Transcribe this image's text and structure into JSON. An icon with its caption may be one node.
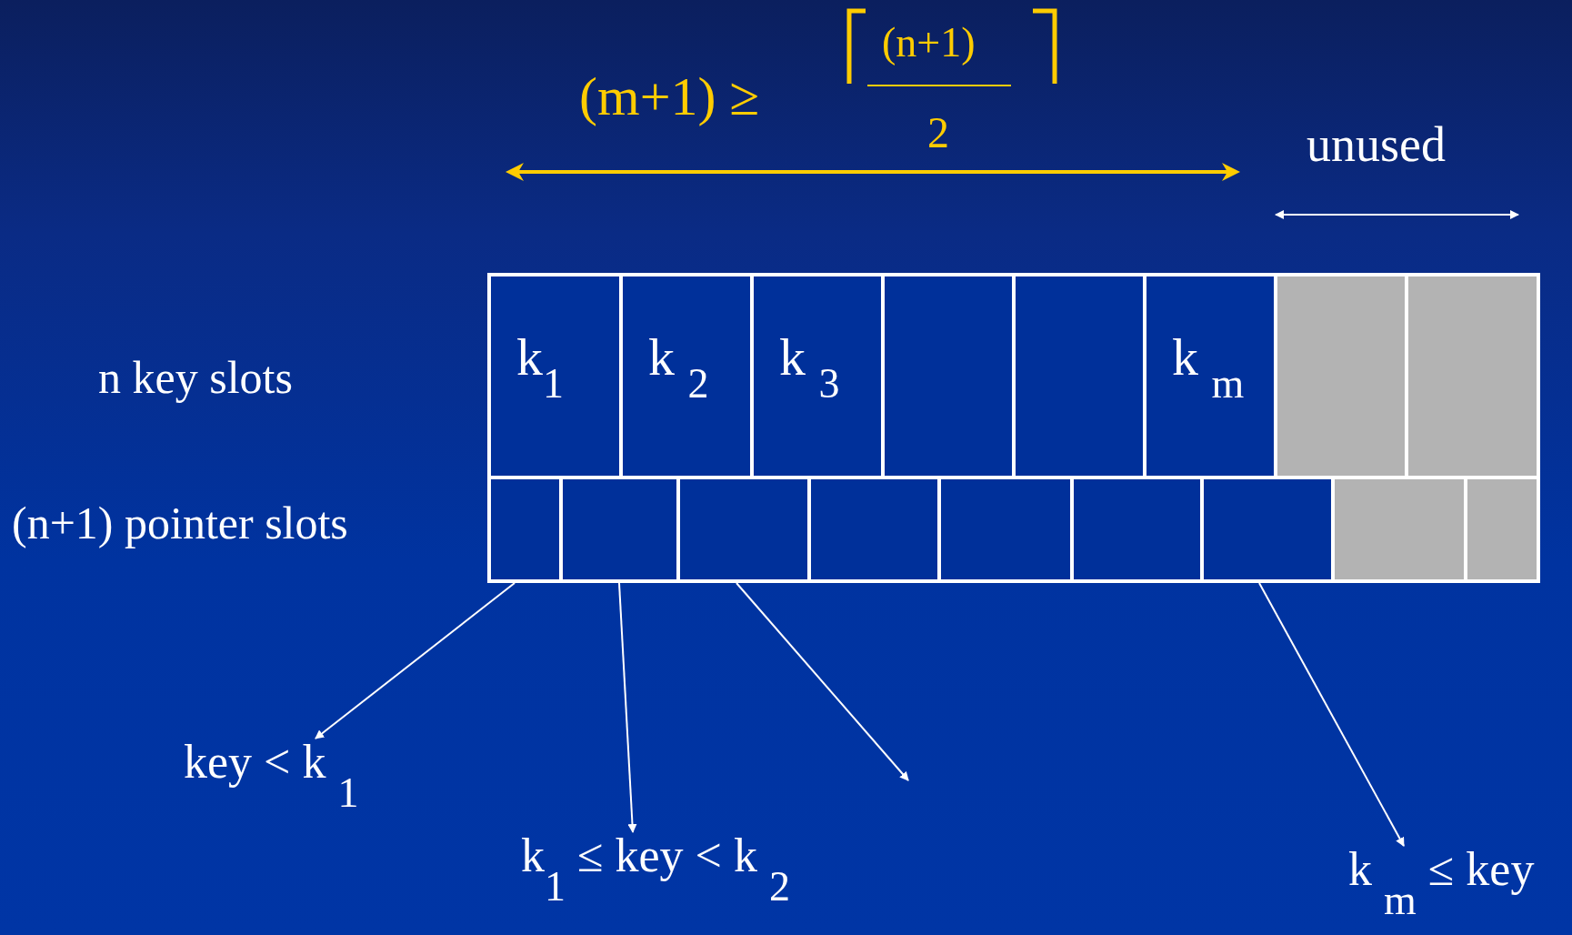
{
  "diagram": {
    "nodes": [
      {
        "text": [
          "k$_{1}$"
        ]
      },
      {
        "text": [
          "k $_{2}$"
        ]
      },
      {
        "text": [
          "k $_{3}$"
        ]
      },
      {
        "text": [],
        "shape": "box"
      },
      {
        "text": [],
        "shape": "box"
      },
      {
        "text": [
          "k $_{m}$"
        ]
      },
      {
        "text": [],
        "shape": "box"
      },
      {
        "text": [],
        "shape": "box"
      },
      {
        "text": [],
        "shape": "box"
      },
      {
        "text": [],
        "shape": "box"
      },
      {
        "text": [],
        "shape": "box"
      },
      {
        "text": [],
        "shape": "box"
      },
      {
        "text": [],
        "shape": "box"
      },
      {
        "text": [],
        "shape": "box"
      },
      {
        "text": [],
        "shape": "box"
      },
      {
        "text": [],
        "shape": "box"
      },
      {
        "text": [],
        "shape": "box"
      },
      {
        "text": [
          "key < k $_{1}$"
        ]
      },
      {
        "text": [
          "k$_{1}$ ≤  key  <  k $_{2}$"
        ]
      },
      {
        "text": [
          "k $_{m}$ ≤ key"
        ]
      }
    ],
    "edges": [
      {
        "from": 8,
        "to": 17,
        "arrow": "to"
      },
      {
        "from": 9,
        "to": 18,
        "arrow": "to"
      },
      {
        "from": 10,
        "to": null,
        "arrow": "to"
      },
      {
        "from": 14,
        "to": 19,
        "arrow": "to"
      }
    ],
    "labels": [
      "(m+1) ≥",
      "(n+1)",
      "2",
      "unused",
      "n key slots",
      "(n+1) pointer slots"
    ]
  }
}
